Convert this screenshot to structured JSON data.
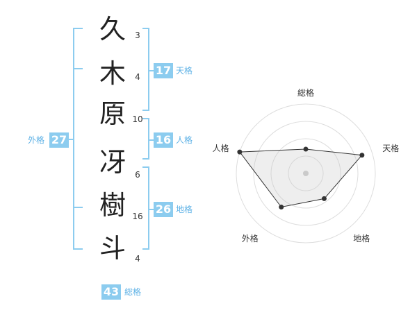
{
  "name_chars": [
    {
      "char": "久",
      "strokes": "3"
    },
    {
      "char": "木",
      "strokes": "4"
    },
    {
      "char": "原",
      "strokes": "10"
    },
    {
      "char": "冴",
      "strokes": "6"
    },
    {
      "char": "樹",
      "strokes": "16"
    },
    {
      "char": "斗",
      "strokes": "4"
    }
  ],
  "kaku": {
    "tenkaku": {
      "value": "17",
      "label": "天格"
    },
    "jinkaku": {
      "value": "16",
      "label": "人格"
    },
    "chikaku": {
      "value": "26",
      "label": "地格"
    },
    "gaikaku": {
      "value": "27",
      "label": "外格"
    },
    "soukaku": {
      "value": "43",
      "label": "総格"
    }
  },
  "colors": {
    "accent": "#8cccef",
    "accent_text": "#5fb2e6"
  },
  "chart_data": {
    "type": "radar",
    "axes": [
      "総格",
      "天格",
      "地格",
      "外格",
      "人格"
    ],
    "rings": 4,
    "values": [
      0.35,
      0.85,
      0.45,
      0.6,
      1.0
    ]
  }
}
